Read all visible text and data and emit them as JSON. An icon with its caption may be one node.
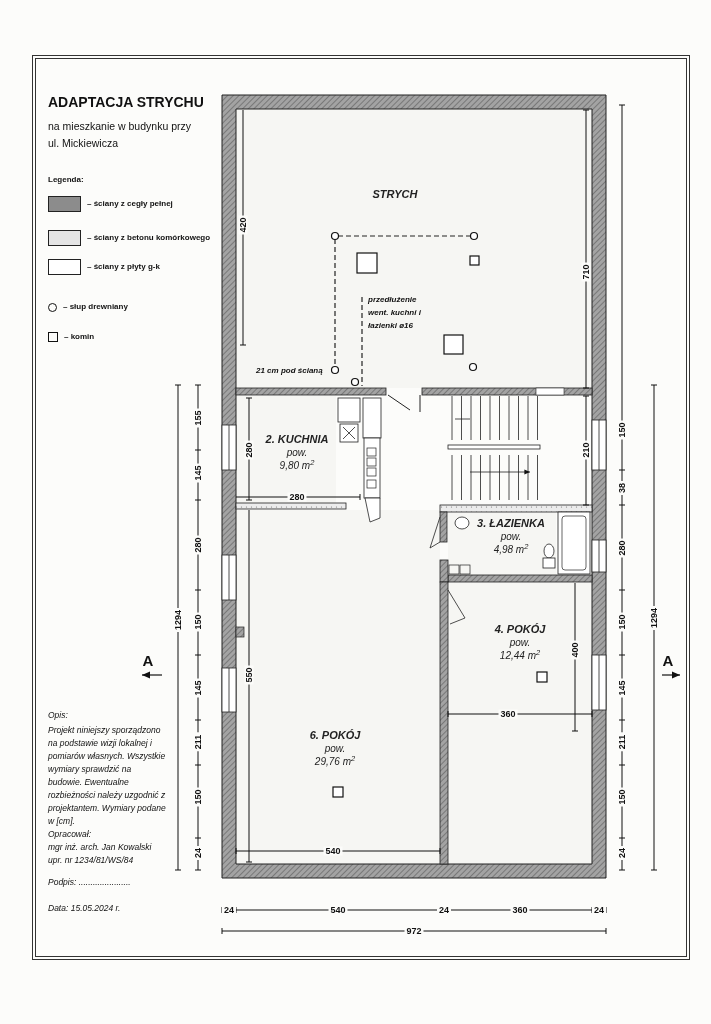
{
  "diagram": {
    "nodes": [
      {
        "text": [
          "STRYCH"
        ]
      },
      {
        "text": [
          "2. KUCHNIA",
          "pow.",
          "9,80 m$^{2}$"
        ]
      },
      {
        "text": [
          "3. ŁAZIENKA",
          "pow.",
          "4,98 m$^{2}$"
        ]
      },
      {
        "text": [
          "4. POKÓJ",
          "pow.",
          "12,44 m$^{2}$"
        ]
      },
      {
        "text": [
          "6. POKÓJ",
          "pow.",
          "29,76 m$^{2}$"
        ]
      }
    ],
    "labels": [
      "ADAPTACJA STRYCHU",
      "na mieszkanie w budynku przy ul. Mickiewicza",
      "Legenda:",
      "420",
      "710",
      "przedłużenie went. kuchni i łazienki ø16",
      "21 cm pod ścianą",
      "280",
      "210",
      "280",
      "400",
      "550",
      "360",
      "540",
      "155",
      "145",
      "280",
      "150",
      "145",
      "211",
      "150",
      "24",
      "1294",
      "A",
      "150",
      "38",
      "280",
      "150",
      "145",
      "211",
      "150",
      "24",
      "1294",
      "A",
      "24",
      "540",
      "24",
      "360",
      "24",
      "972",
      "Opis:",
      "Projekt niniejszy sporządzono na podstawie wizji lokalnej i pomiarów własnych. Wszystkie wymiary sprawdzić na budowie. Ewentualne rozbieżności należy uzgodnić z projektantem. Wymiary podane w [cm].",
      "Opracował:",
      "mgr inż. arch. Jan Kowalski upr. nr 1234/81/WS/84",
      "Podpis: ......................",
      "Data: 15.05.2024 r."
    ],
    "legend": [
      {
        "text": "– ściany z cegły pełnej",
        "color": "#8c8c8c"
      },
      {
        "text": "– ściany z betonu komórkowego",
        "color": "#e4e4e4"
      },
      {
        "text": "– ściany z płyty g-k",
        "color": "#ffffff"
      },
      {
        "text": "– słup drewniany"
      },
      {
        "text": "– komin"
      }
    ]
  }
}
